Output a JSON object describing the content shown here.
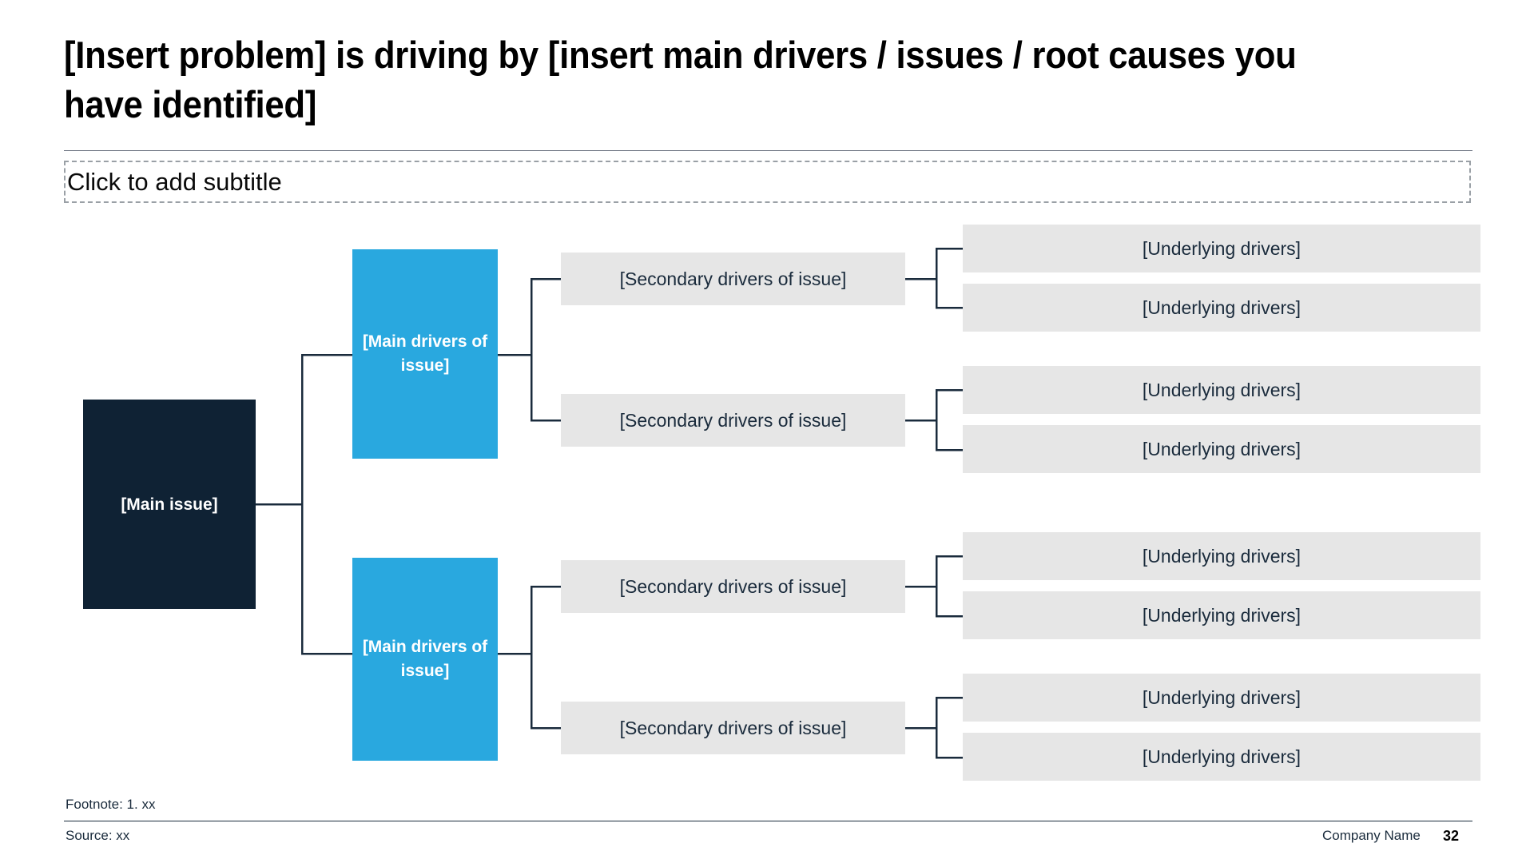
{
  "slide": {
    "title": "[Insert problem] is driving by [insert main drivers / issues / root causes you have identified]",
    "subtitle_placeholder": "Click to add subtitle"
  },
  "colors": {
    "main_issue_bg": "#0F2234",
    "main_driver_bg": "#29A8DF",
    "secondary_bg": "#E6E6E6",
    "underlying_bg": "#E6E6E6",
    "connector": "#1A2B3C",
    "text_dark": "#1A2B3C"
  },
  "diagram": {
    "type": "tree",
    "main_issue": {
      "label": "[Main issue]"
    },
    "branches": [
      {
        "driver": {
          "label": "[Main drivers of issue]"
        },
        "secondary": [
          {
            "label": "[Secondary drivers of issue]",
            "underlying": [
              {
                "label": "[Underlying drivers]"
              },
              {
                "label": "[Underlying drivers]"
              }
            ]
          },
          {
            "label": "[Secondary drivers of issue]",
            "underlying": [
              {
                "label": "[Underlying drivers]"
              },
              {
                "label": "[Underlying drivers]"
              }
            ]
          }
        ]
      },
      {
        "driver": {
          "label": "[Main drivers of issue]"
        },
        "secondary": [
          {
            "label": "[Secondary drivers of issue]",
            "underlying": [
              {
                "label": "[Underlying drivers]"
              },
              {
                "label": "[Underlying drivers]"
              }
            ]
          },
          {
            "label": "[Secondary drivers of issue]",
            "underlying": [
              {
                "label": "[Underlying drivers]"
              },
              {
                "label": "[Underlying drivers]"
              }
            ]
          }
        ]
      }
    ]
  },
  "footer": {
    "footnote": "Footnote: 1. xx",
    "source": "Source: xx",
    "company": "Company Name",
    "page_number": "32"
  }
}
